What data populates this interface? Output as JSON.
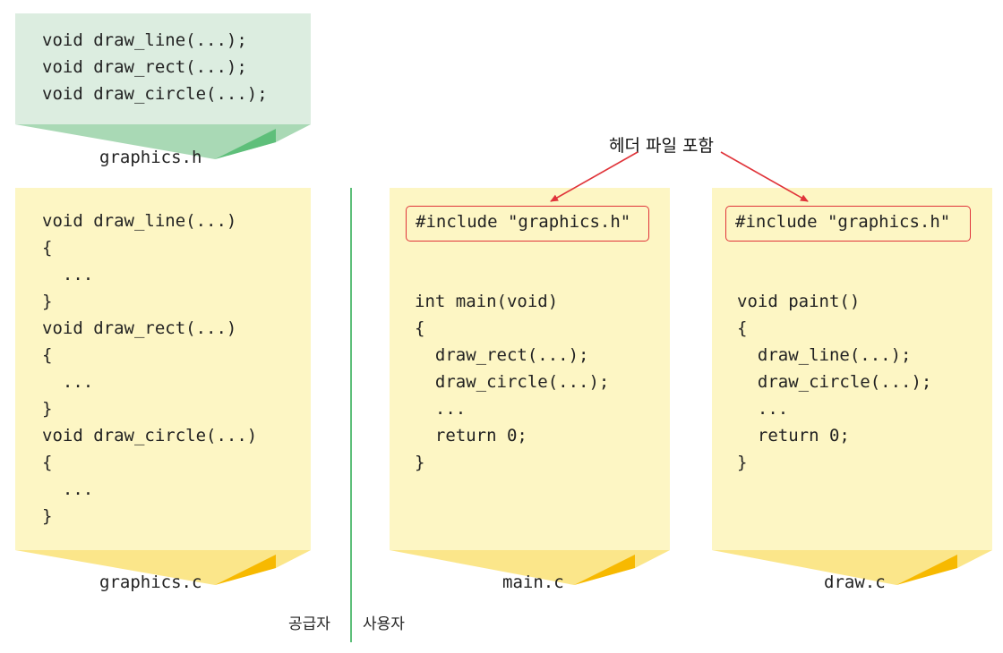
{
  "header_note": {
    "code": "void draw_line(...);\nvoid draw_rect(...);\nvoid draw_circle(...);",
    "filename": "graphics.h"
  },
  "impl_note": {
    "code": "void draw_line(...)\n{\n  ...\n}\nvoid draw_rect(...)\n{\n  ...\n}\nvoid draw_circle(...)\n{\n  ...\n}",
    "filename": "graphics.c"
  },
  "main_note": {
    "include": "#include \"graphics.h\"",
    "code": "int main(void)\n{\n  draw_rect(...);\n  draw_circle(...);\n  ...\n  return 0;\n}",
    "filename": "main.c"
  },
  "draw_note": {
    "include": "#include \"graphics.h\"",
    "code": "void paint()\n{\n  draw_line(...);\n  draw_circle(...);\n  ...\n  return 0;\n}",
    "filename": "draw.c"
  },
  "callout": "헤더 파일 포함",
  "roles": {
    "supplier": "공급자",
    "user": "사용자"
  },
  "colors": {
    "header_note_bg": "#dcede0",
    "header_tail_light": "#a9d9b5",
    "header_tail_dark": "#5ebf7a",
    "source_note_bg": "#fdf6c4",
    "source_tail_light": "#fbe68a",
    "source_tail_dark": "#f7b900",
    "include_border": "#e0343a",
    "arrow": "#e0343a",
    "divider": "#5ebf7a"
  }
}
